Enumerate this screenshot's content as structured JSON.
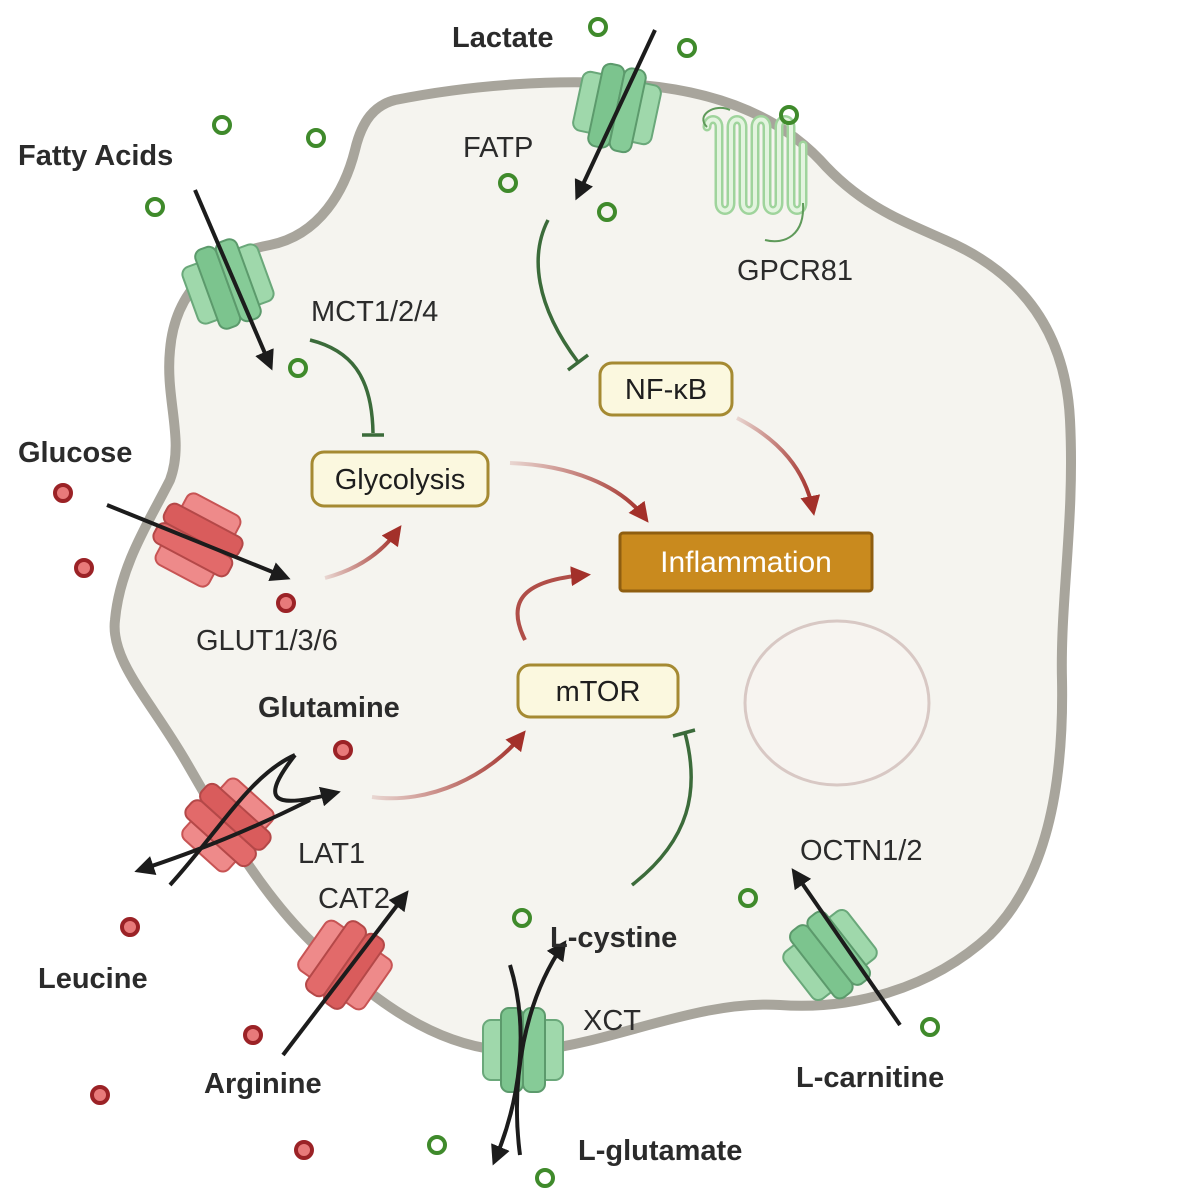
{
  "substrates": {
    "lactate": "Lactate",
    "fatty_acids": "Fatty Acids",
    "glucose": "Glucose",
    "glutamine": "Glutamine",
    "leucine": "Leucine",
    "arginine": "Arginine",
    "l_cystine": "L-cystine",
    "l_glutamate": "L-glutamate",
    "l_carnitine": "L-carnitine"
  },
  "transporters": {
    "fatp": "FATP",
    "gpcr81": "GPCR81",
    "mct": "MCT1/2/4",
    "glut": "GLUT1/3/6",
    "lat1": "LAT1",
    "cat2": "CAT2",
    "xct": "XCT",
    "octn": "OCTN1/2"
  },
  "pathways": {
    "nfkb": "NF-κB",
    "glycolysis": "Glycolysis",
    "inflammation": "Inflammation",
    "mtor": "mTOR"
  },
  "colors": {
    "cell_fill": "#f5f4ef",
    "membrane": "#a8a59c",
    "green_transporter": "#8fcf9f",
    "red_transporter": "#e26a6a",
    "box_fill": "#fbf8df",
    "box_border": "#a58a32",
    "inflammation_fill": "#c98a1e",
    "activation_arrow": "#a3302a",
    "inhibition_line": "#3b6b3a",
    "green_molecule": "#3f8a2b",
    "red_molecule": "#9b2226"
  }
}
